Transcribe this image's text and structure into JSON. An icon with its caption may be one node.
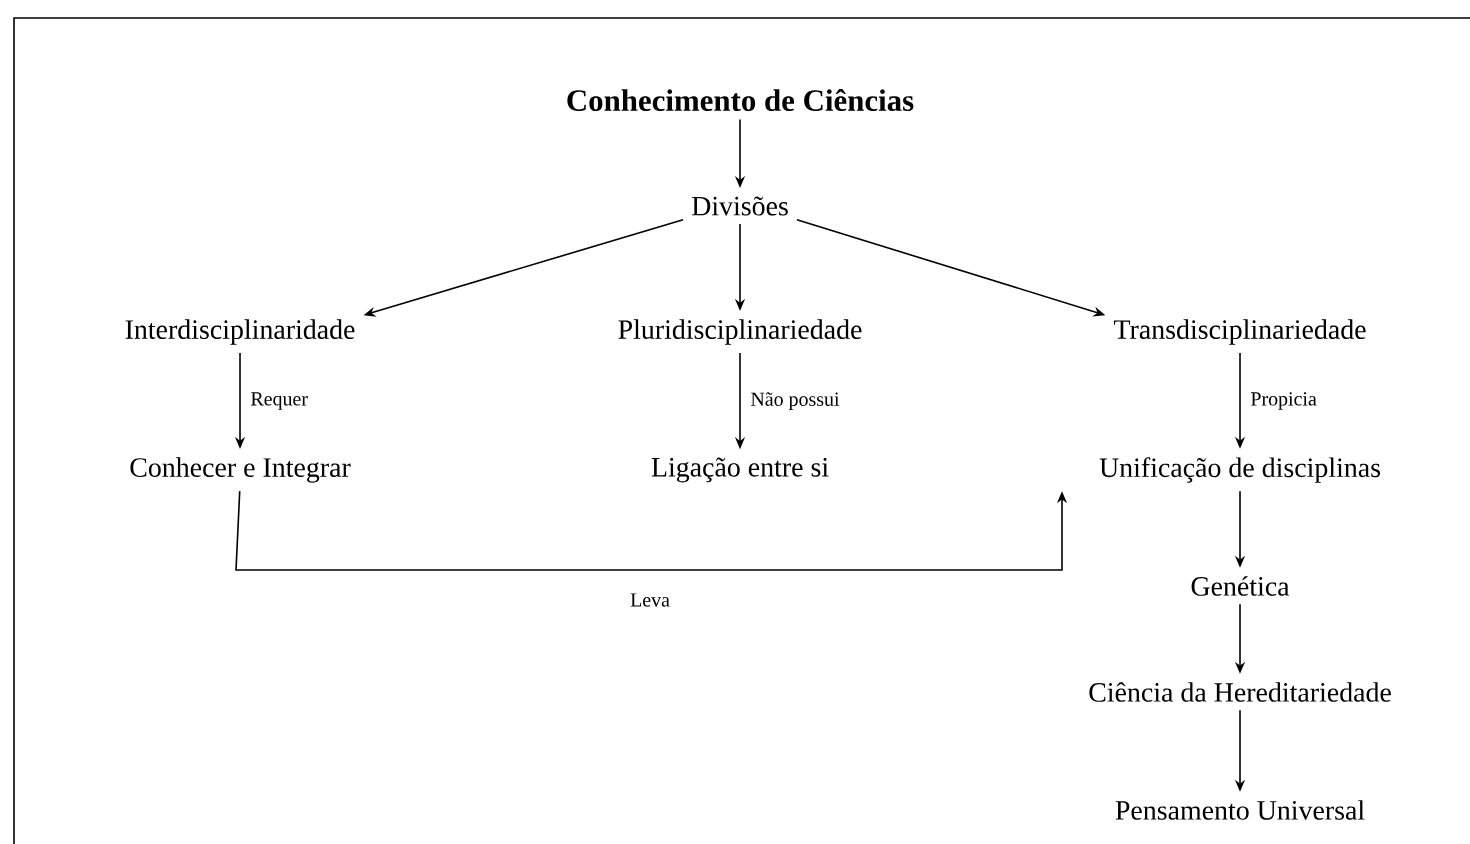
{
  "diagram": {
    "title": "Conhecimento de Ciências",
    "nodes": [
      {
        "text": [
          "Divisões"
        ]
      },
      {
        "text": [
          "Interdisciplinaridade"
        ]
      },
      {
        "text": [
          "Pluridisciplinariedade"
        ]
      },
      {
        "text": [
          "Transdisciplinariedade"
        ]
      },
      {
        "text": [
          "Conhecer e Integrar"
        ]
      },
      {
        "text": [
          "Ligação entre si"
        ]
      },
      {
        "text": [
          "Unificação de disciplinas"
        ]
      },
      {
        "text": [
          "Genética"
        ]
      },
      {
        "text": [
          "Ciência da Hereditariedade"
        ]
      },
      {
        "text": [
          "Pensamento Universal"
        ]
      }
    ],
    "edges": [
      {
        "from": null,
        "to": 0,
        "arrow": "to"
      },
      {
        "from": 0,
        "to": 1,
        "arrow": "to"
      },
      {
        "from": 0,
        "to": 2,
        "arrow": "to"
      },
      {
        "from": 0,
        "to": 3,
        "arrow": "to"
      },
      {
        "from": 1,
        "to": 4,
        "arrow": "to",
        "label": "Requer"
      },
      {
        "from": 2,
        "to": 5,
        "arrow": "to",
        "label": "Não possui"
      },
      {
        "from": 3,
        "to": 6,
        "arrow": "to",
        "label": "Propicia"
      },
      {
        "from": 4,
        "to": 6,
        "arrow": "to",
        "label": "Leva"
      },
      {
        "from": 6,
        "to": 7,
        "arrow": "to"
      },
      {
        "from": 7,
        "to": 8,
        "arrow": "to"
      },
      {
        "from": 8,
        "to": 9,
        "arrow": "to"
      }
    ]
  }
}
